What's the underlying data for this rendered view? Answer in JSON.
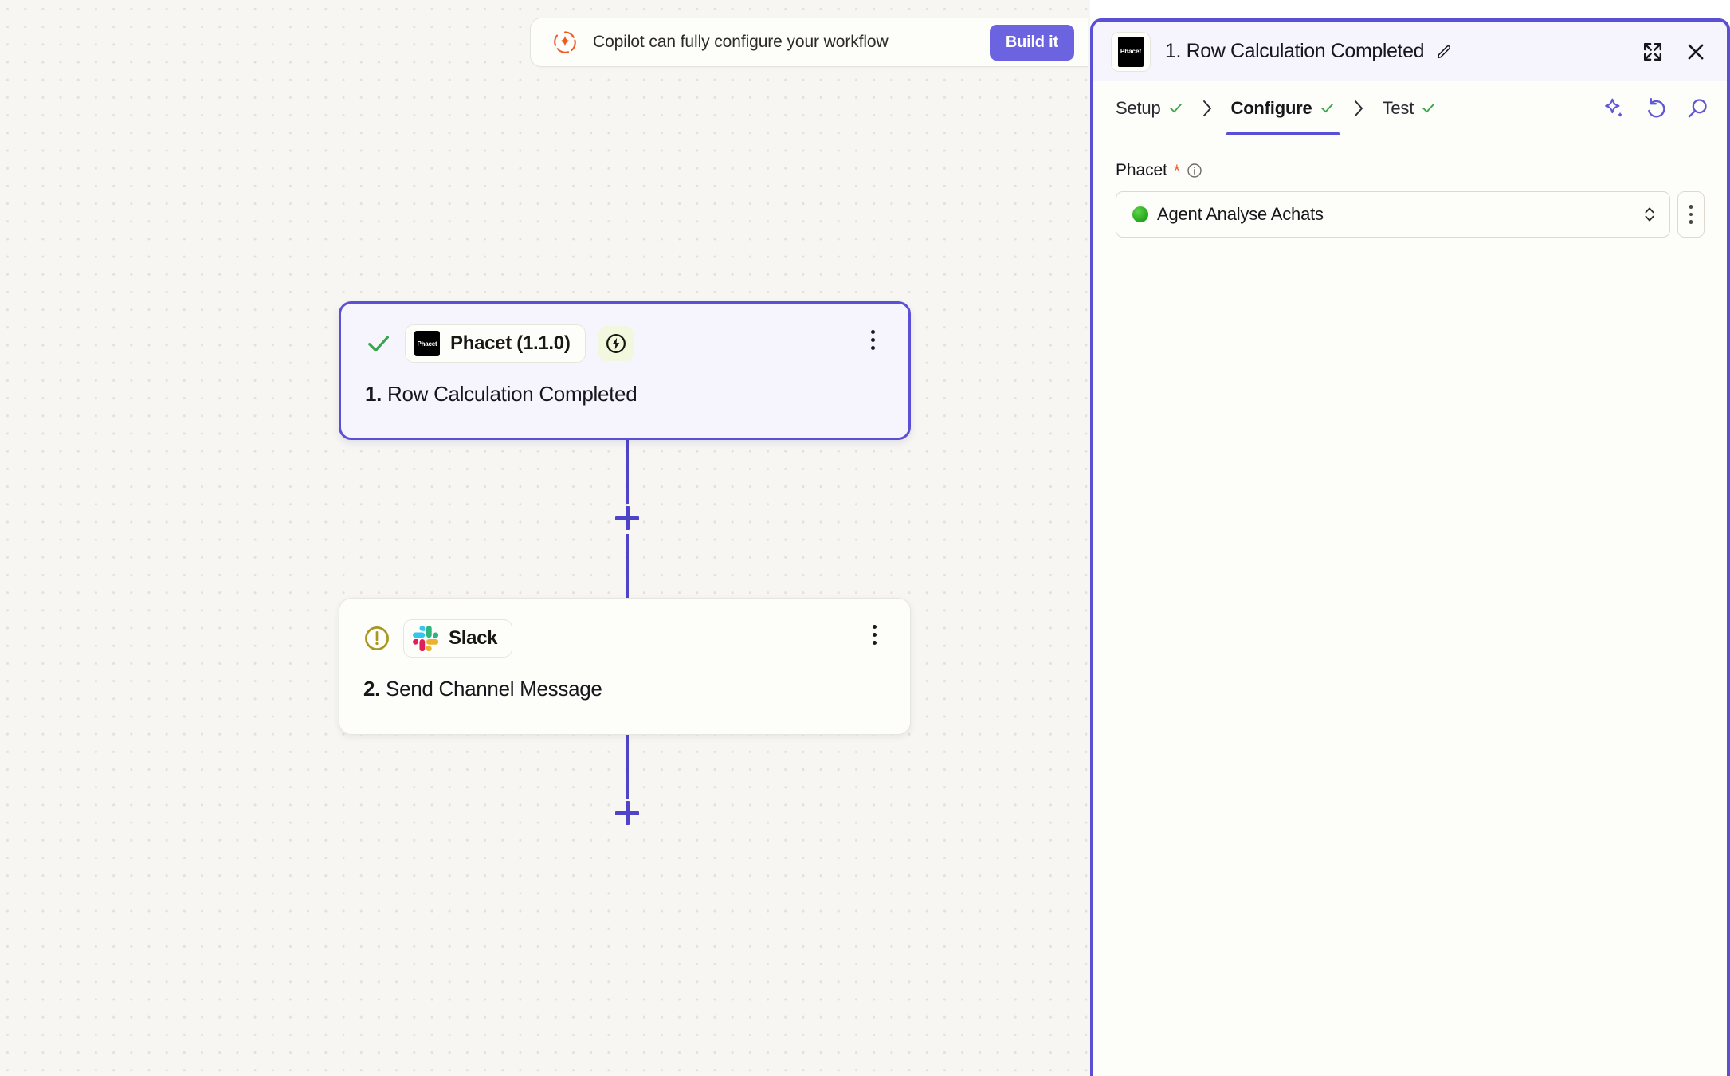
{
  "copilot_banner": {
    "icon": "copilot-star-icon",
    "message": "Copilot can fully configure your workflow",
    "build_button_label": "Build it",
    "accent_color": "#6c63e0",
    "icon_color": "#f25822"
  },
  "canvas": {
    "nodes": [
      {
        "status_icon": "check-icon",
        "status_color": "#3aa64b",
        "app_name": "Phacet (1.1.0)",
        "app_logo": "phacet-logo-icon",
        "app_logo_text": "Phacet",
        "badge_icon": "lightning-trigger-icon",
        "badge_bg": "#f2f8dd",
        "step_number": "1.",
        "title": "Row Calculation Completed",
        "menu_icon": "kebab-menu-icon",
        "selected": true
      },
      {
        "status_icon": "warning-exclamation-icon",
        "status_color": "#a8961f",
        "app_name": "Slack",
        "app_logo": "slack-logo-icon",
        "step_number": "2.",
        "title": "Send Channel Message",
        "menu_icon": "kebab-menu-icon",
        "selected": false
      }
    ],
    "add_step_label": "+",
    "connector_color": "#4f44c9"
  },
  "panel": {
    "app_logo_text": "Phacet",
    "title": "1. Row Calculation Completed",
    "edit_icon": "pencil-icon",
    "expand_icon": "expand-fullscreen-icon",
    "close_icon": "close-x-icon",
    "border_color": "#5b4fd6",
    "tabs": [
      {
        "label": "Setup",
        "check": "check-icon",
        "active": false
      },
      {
        "label": "Configure",
        "check": "check-icon",
        "active": true
      },
      {
        "label": "Test",
        "check": "check-icon",
        "active": false
      }
    ],
    "tab_separator": "chevron-right-icon",
    "tab_actions": [
      {
        "icon": "ai-sparkle-icon"
      },
      {
        "icon": "undo-refresh-icon"
      },
      {
        "icon": "search-magnifier-icon"
      }
    ],
    "fields": [
      {
        "label": "Phacet",
        "required_marker": "*",
        "info_icon": "info-circle-icon",
        "status_dot_color": "#2aaa22",
        "value": "Agent Analyse Achats",
        "chevron_icon": "chevron-up-down-icon",
        "menu_icon": "kebab-menu-icon"
      }
    ]
  }
}
